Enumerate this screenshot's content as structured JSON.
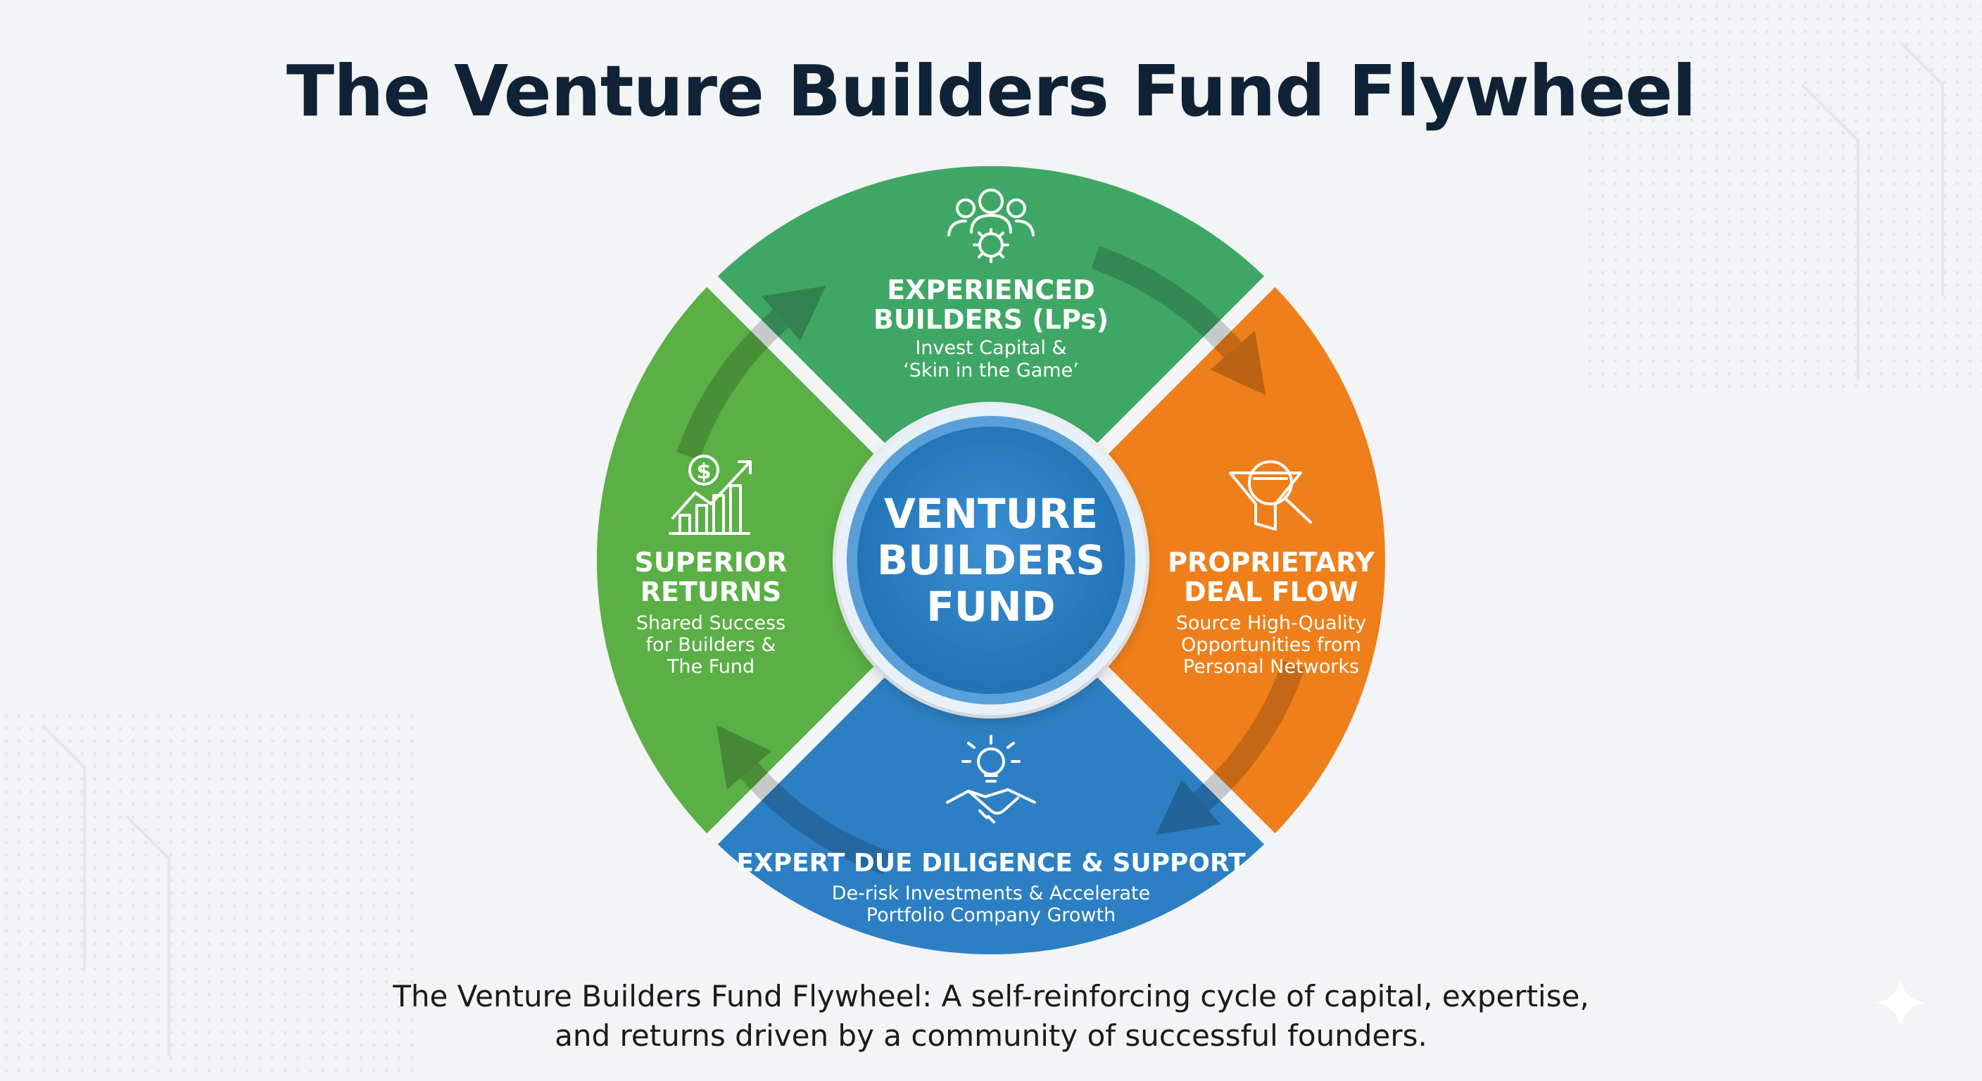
{
  "title": "The Venture Builders Fund Flywheel",
  "hub": {
    "line1": "VENTURE",
    "line2": "BUILDERS",
    "line3": "FUND"
  },
  "segments": [
    {
      "key": "builders",
      "color": "#3fa766",
      "icon": "team-gear-icon",
      "title_lines": [
        "EXPERIENCED",
        "BUILDERS (LPs)"
      ],
      "desc_lines": [
        "Invest Capital &",
        "‘Skin in the Game’"
      ]
    },
    {
      "key": "dealflow",
      "color": "#ef7f1a",
      "icon": "funnel-magnifier-icon",
      "title_lines": [
        "PROPRIETARY",
        "DEAL FLOW"
      ],
      "desc_lines": [
        "Source High-Quality",
        "Opportunities from",
        "Personal Networks"
      ]
    },
    {
      "key": "diligence",
      "color": "#2c7fc3",
      "icon": "lightbulb-handshake-icon",
      "title_lines": [
        "EXPERT DUE DILIGENCE & SUPPORT"
      ],
      "desc_lines": [
        "De-risk Investments & Accelerate",
        "Portfolio Company Growth"
      ]
    },
    {
      "key": "returns",
      "color": "#5aaf45",
      "icon": "growth-chart-dollar-icon",
      "title_lines": [
        "SUPERIOR",
        "RETURNS"
      ],
      "desc_lines": [
        "Shared Success",
        "for Builders &",
        "The Fund"
      ]
    }
  ],
  "caption": {
    "line1": "The Venture Builders Fund Flywheel: A self-reinforcing cycle of capital, expertise,",
    "line2": "and returns driven by a community of successful founders."
  },
  "colors": {
    "background": "#f2f4f6",
    "title": "#0f2236",
    "hub": "#2a7cc0",
    "hub_ring": "#5aa0d8"
  }
}
